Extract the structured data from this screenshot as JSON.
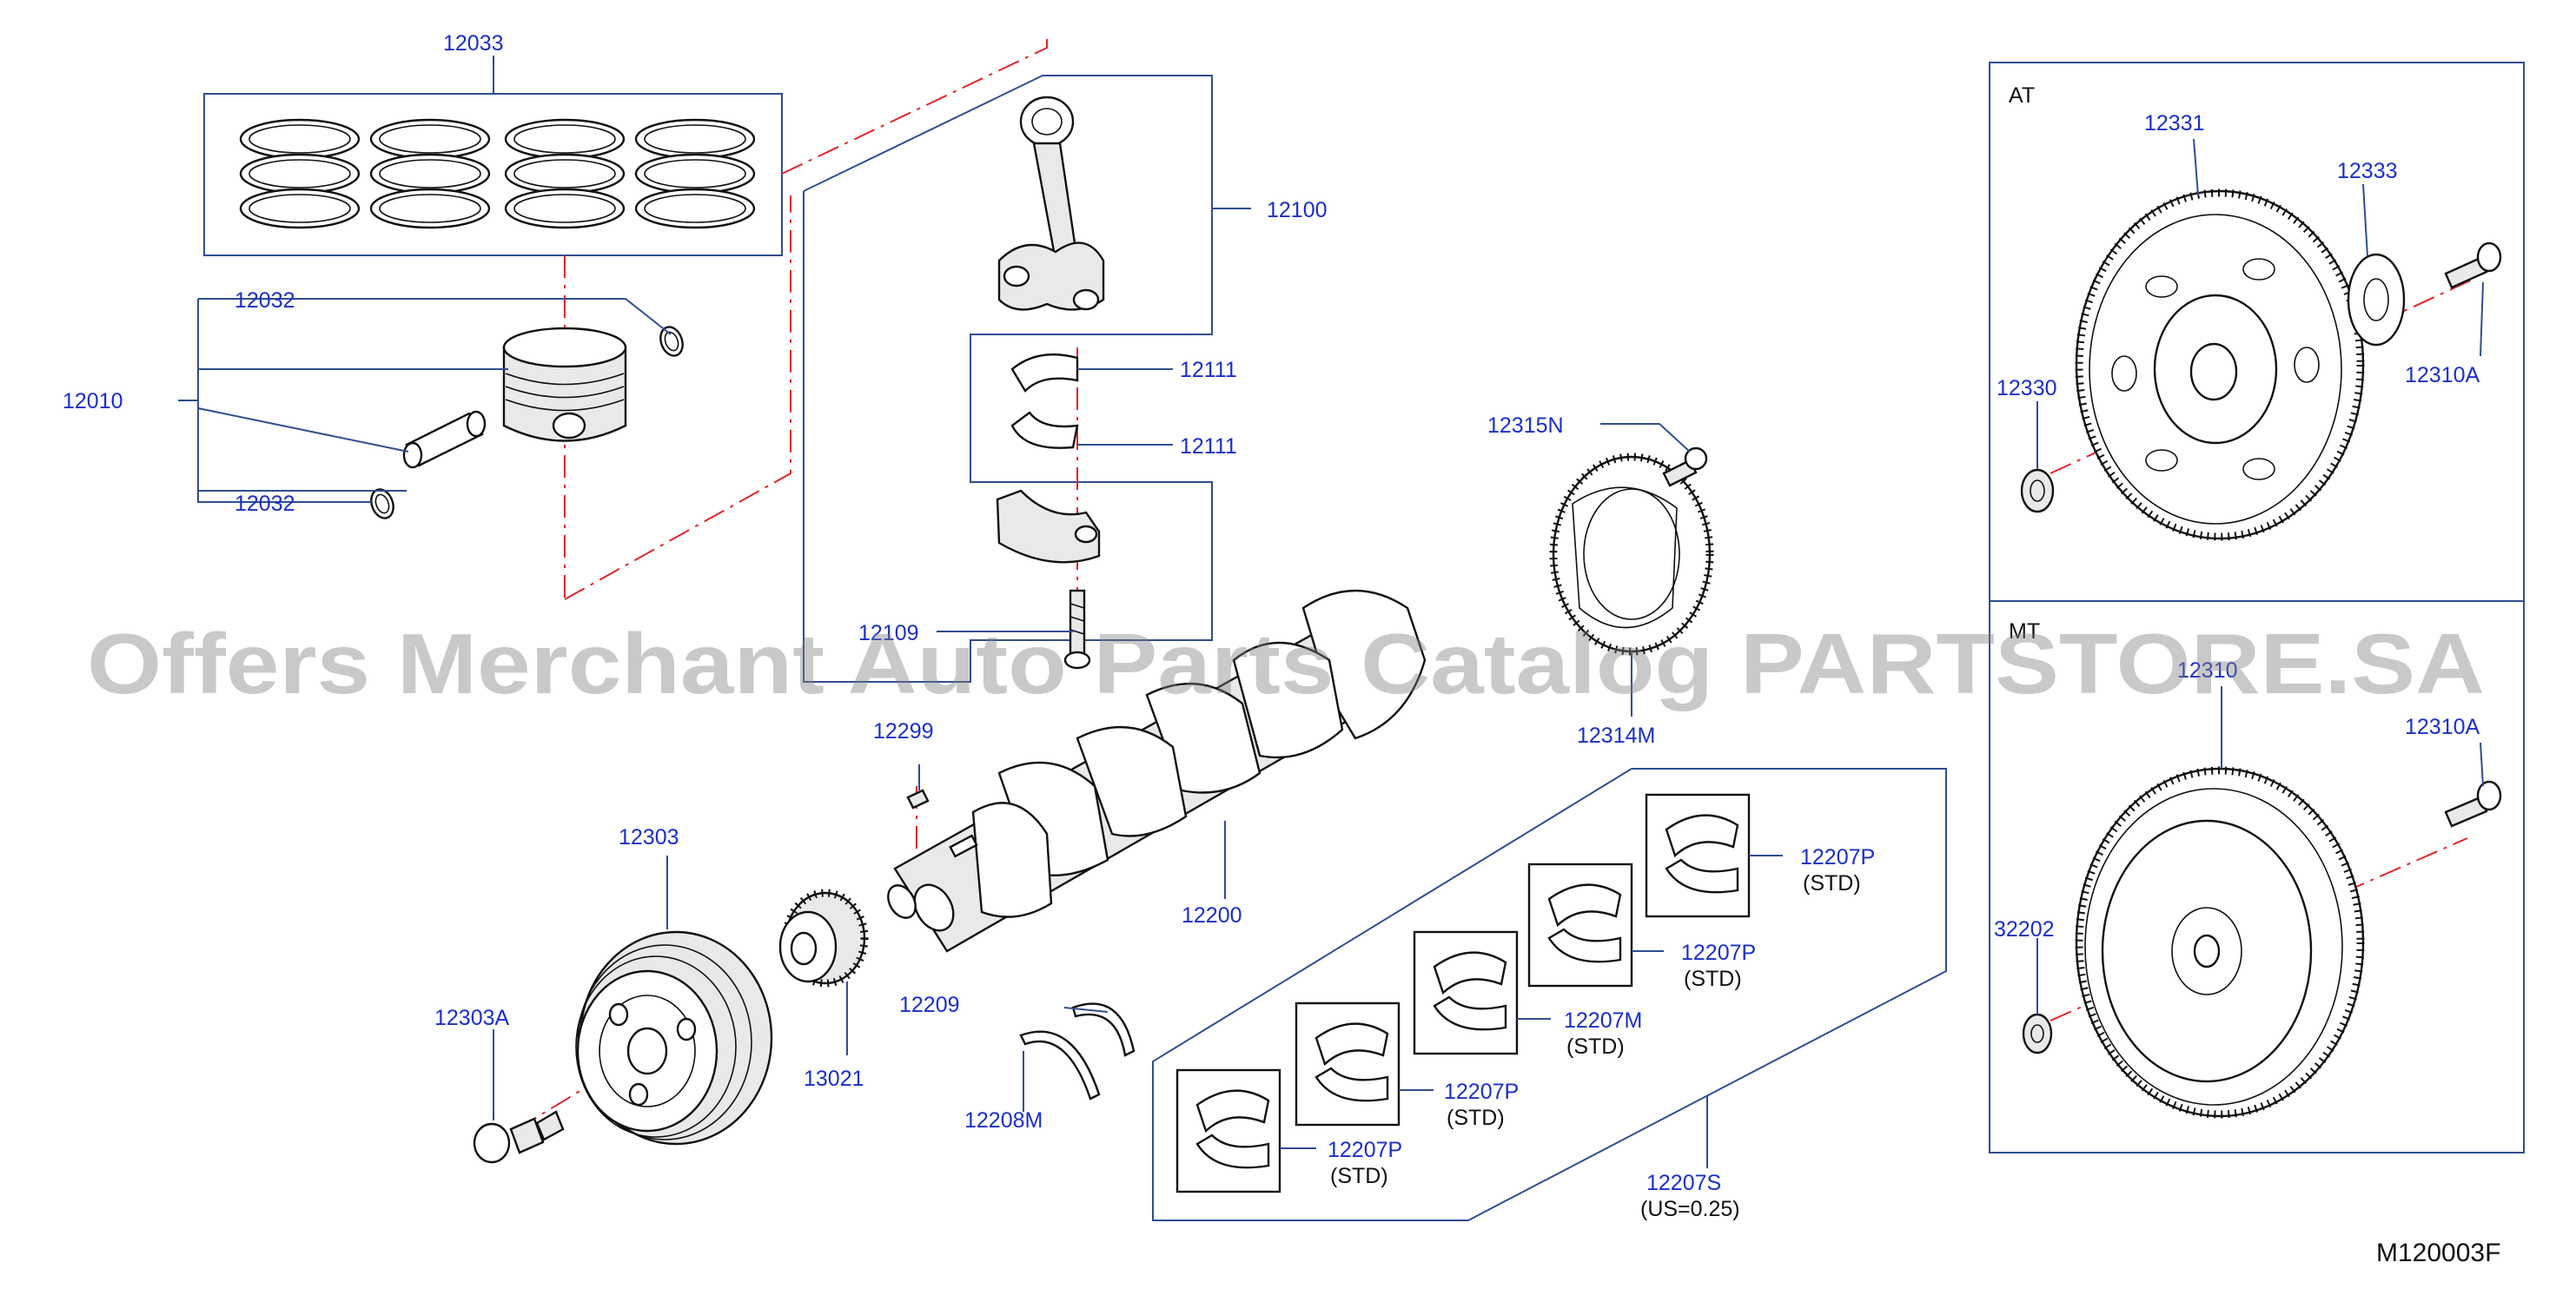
{
  "watermark": "Offers Merchant Auto Parts Catalog PARTSTORE.SA",
  "diagram_code": "M120003F",
  "groups": {
    "at": "AT",
    "mt": "MT"
  },
  "labels": {
    "p12033": "12033",
    "p12032a": "12032",
    "p12032b": "12032",
    "p12010": "12010",
    "p12100": "12100",
    "p12111a": "12111",
    "p12111b": "12111",
    "p12109": "12109",
    "p12299": "12299",
    "p12315n": "12315N",
    "p12314m": "12314M",
    "p12303": "12303",
    "p12303a": "12303A",
    "p13021": "13021",
    "p12200": "12200",
    "p12209": "12209",
    "p12208m": "12208M",
    "p12207p_1": "12207P",
    "p12207p_1_note": "(STD)",
    "p12207p_2": "12207P",
    "p12207p_2_note": "(STD)",
    "p12207m": "12207M",
    "p12207m_note": "(STD)",
    "p12207p_3": "12207P",
    "p12207p_3_note": "(STD)",
    "p12207p_4": "12207P",
    "p12207p_4_note": "(STD)",
    "p12207s": "12207S",
    "p12207s_note": "(US=0.25)",
    "p12331": "12331",
    "p12333": "12333",
    "p12330": "12330",
    "p12310a_at": "12310A",
    "p12310": "12310",
    "p12310a_mt": "12310A",
    "p32202": "32202"
  },
  "colors": {
    "label": "#1a2fc9",
    "box": "#2f4e91",
    "centerline": "#e0262a",
    "part": "#111111"
  }
}
